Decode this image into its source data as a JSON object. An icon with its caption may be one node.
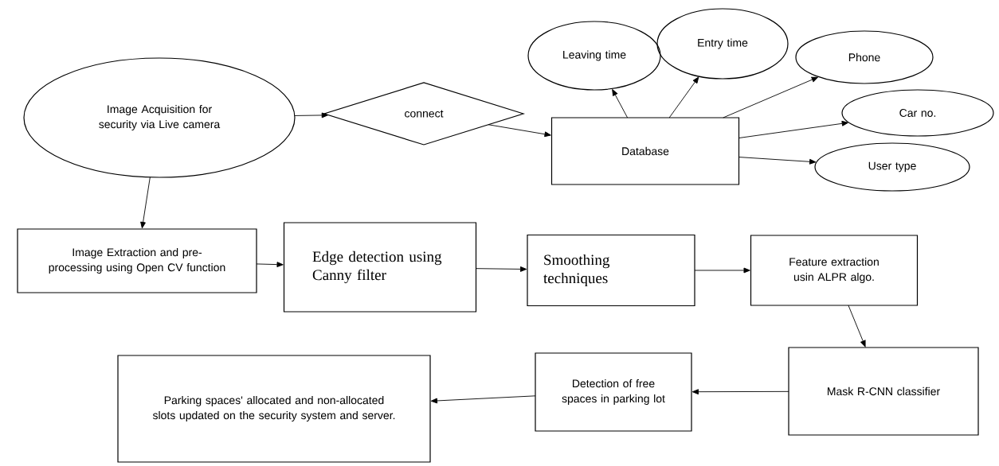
{
  "diagram": {
    "nodes": [
      {
        "text": [
          "Image Acquisition for security via Live camera"
        ]
      },
      {
        "text": [
          "connect"
        ]
      },
      {
        "text": [
          "Database"
        ]
      },
      {
        "text": [
          "Leaving time"
        ]
      },
      {
        "text": [
          "Entry time"
        ]
      },
      {
        "text": [
          "Phone"
        ]
      },
      {
        "text": [
          "Car no."
        ]
      },
      {
        "text": [
          "User type"
        ]
      },
      {
        "text": [
          "Image Extraction and pre-processing  using Open CV function"
        ]
      },
      {
        "text": [
          "Edge detection using Canny filter"
        ]
      },
      {
        "text": [
          "Smoothing techniques"
        ]
      },
      {
        "text": [
          "Feature extraction usin ALPR algo."
        ]
      },
      {
        "text": [
          "Mask R-CNN classifier"
        ]
      },
      {
        "text": [
          "Detection of  free spaces in parking lot"
        ]
      },
      {
        "text": [
          "Parking spaces' allocated and non-allocated slots updated on the security system and server."
        ]
      }
    ],
    "edges": [
      {
        "from": 0,
        "to": 1,
        "arrow": "to"
      },
      {
        "from": 1,
        "to": 2,
        "arrow": "to"
      },
      {
        "from": 2,
        "to": 3,
        "arrow": "to"
      },
      {
        "from": 2,
        "to": 4,
        "arrow": "to"
      },
      {
        "from": 2,
        "to": 5,
        "arrow": "to"
      },
      {
        "from": 2,
        "to": 6,
        "arrow": "to"
      },
      {
        "from": 2,
        "to": 7,
        "arrow": "to"
      },
      {
        "from": 0,
        "to": 8,
        "arrow": "to"
      },
      {
        "from": 8,
        "to": 9,
        "arrow": "to"
      },
      {
        "from": 9,
        "to": 10,
        "arrow": "to"
      },
      {
        "from": 10,
        "to": 11,
        "arrow": "to"
      },
      {
        "from": 11,
        "to": 12,
        "arrow": "to"
      },
      {
        "from": 12,
        "to": 13,
        "arrow": "to"
      },
      {
        "from": 13,
        "to": 14,
        "arrow": "to"
      }
    ]
  }
}
